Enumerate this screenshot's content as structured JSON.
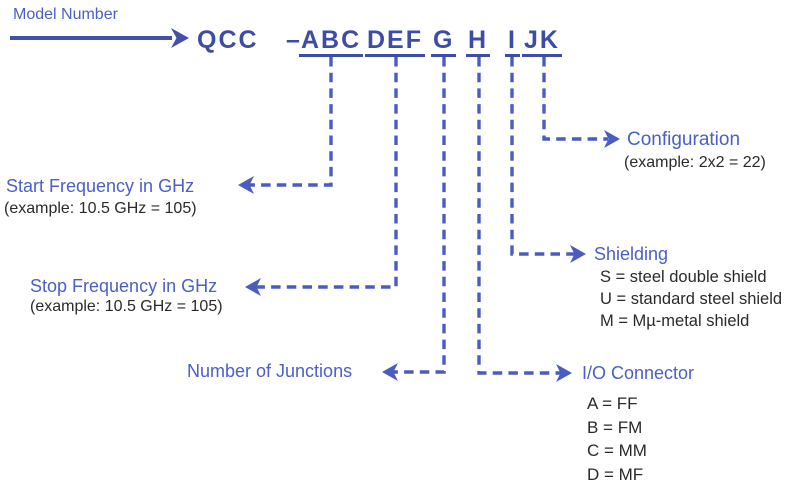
{
  "colors": {
    "model_blue": "#3d4da5",
    "accent_blue": "#4b5fc6",
    "dash_blue": "#4a5cc0",
    "text_dark": "#2a2a2a"
  },
  "header": {
    "pointer_label": "Model Number",
    "prefix": "QCC",
    "separator": "–",
    "groups": [
      "ABC",
      "DEF",
      "G",
      "H",
      "I",
      "JK"
    ]
  },
  "callouts": {
    "start_frequency": {
      "title": "Start Frequency in GHz",
      "note": "(example: 10.5 GHz = 105)"
    },
    "stop_frequency": {
      "title": "Stop Frequency in GHz",
      "note": "(example: 10.5 GHz = 105)"
    },
    "junctions": {
      "title": "Number of Junctions"
    },
    "io_connector": {
      "title": "I/O Connector",
      "options": [
        "A = FF",
        "B = FM",
        "C = MM",
        "D = MF"
      ]
    },
    "shielding": {
      "title": "Shielding",
      "options": [
        "S = steel double shield",
        "U = standard steel shield",
        "M = Mµ-metal shield"
      ]
    },
    "configuration": {
      "title": "Configuration",
      "note": "(example: 2x2 = 22)"
    }
  }
}
